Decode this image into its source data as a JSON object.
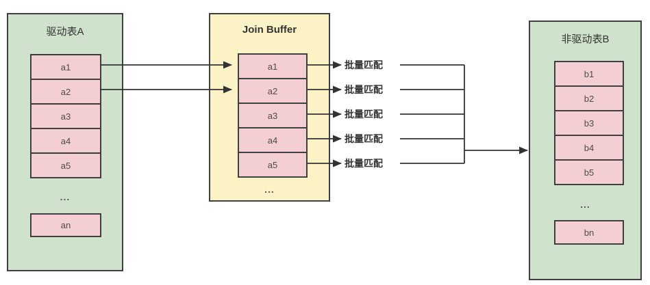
{
  "colors": {
    "table-fill": "#cfe3cc",
    "buffer-fill": "#fbf3c5",
    "row-fill": "#f3ced3",
    "border": "#3f3f3f",
    "arrow": "#333333",
    "canvas-bg": "#ffffff"
  },
  "table_a": {
    "title": "驱动表A",
    "rows": [
      "a1",
      "a2",
      "a3",
      "a4",
      "a5"
    ],
    "ellipsis": "...",
    "tail_row": "an"
  },
  "join_buffer": {
    "title": "Join Buffer",
    "rows": [
      "a1",
      "a2",
      "a3",
      "a4",
      "a5"
    ],
    "ellipsis": "..."
  },
  "table_b": {
    "title": "非驱动表B",
    "rows": [
      "b1",
      "b2",
      "b3",
      "b4",
      "b5"
    ],
    "ellipsis": "...",
    "tail_row": "bn"
  },
  "match_labels": [
    "批量匹配",
    "批量匹配",
    "批量匹配",
    "批量匹配",
    "批量匹配"
  ]
}
